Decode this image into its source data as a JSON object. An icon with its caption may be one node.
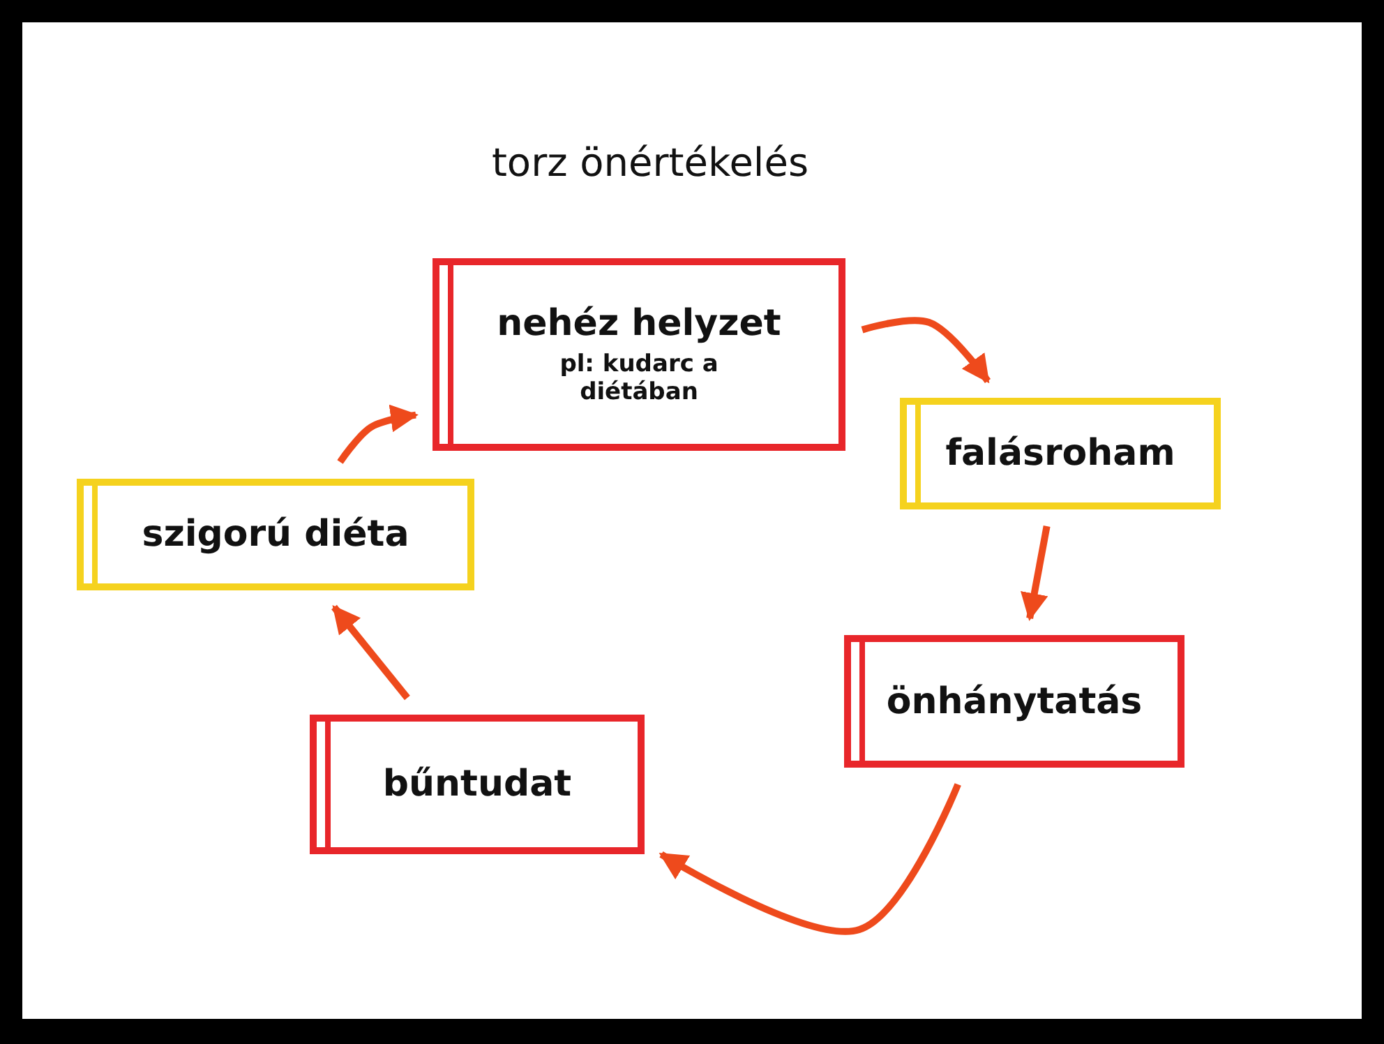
{
  "diagram": {
    "title": "torz önértékelés",
    "nodes": [
      {
        "text": [
          "nehéz helyzet",
          "pl: kudarc a diétában"
        ]
      },
      {
        "text": [
          "falásroham"
        ]
      },
      {
        "text": [
          "önhánytatás"
        ]
      },
      {
        "text": [
          "bűntudat"
        ]
      },
      {
        "text": [
          "szigorú diéta"
        ]
      }
    ],
    "edges": [
      {
        "from": 0,
        "to": 1,
        "arrow": "to"
      },
      {
        "from": 1,
        "to": 2,
        "arrow": "to"
      },
      {
        "from": 2,
        "to": 3,
        "arrow": "to"
      },
      {
        "from": 3,
        "to": 4,
        "arrow": "to"
      },
      {
        "from": 4,
        "to": 0,
        "arrow": "to"
      }
    ]
  }
}
